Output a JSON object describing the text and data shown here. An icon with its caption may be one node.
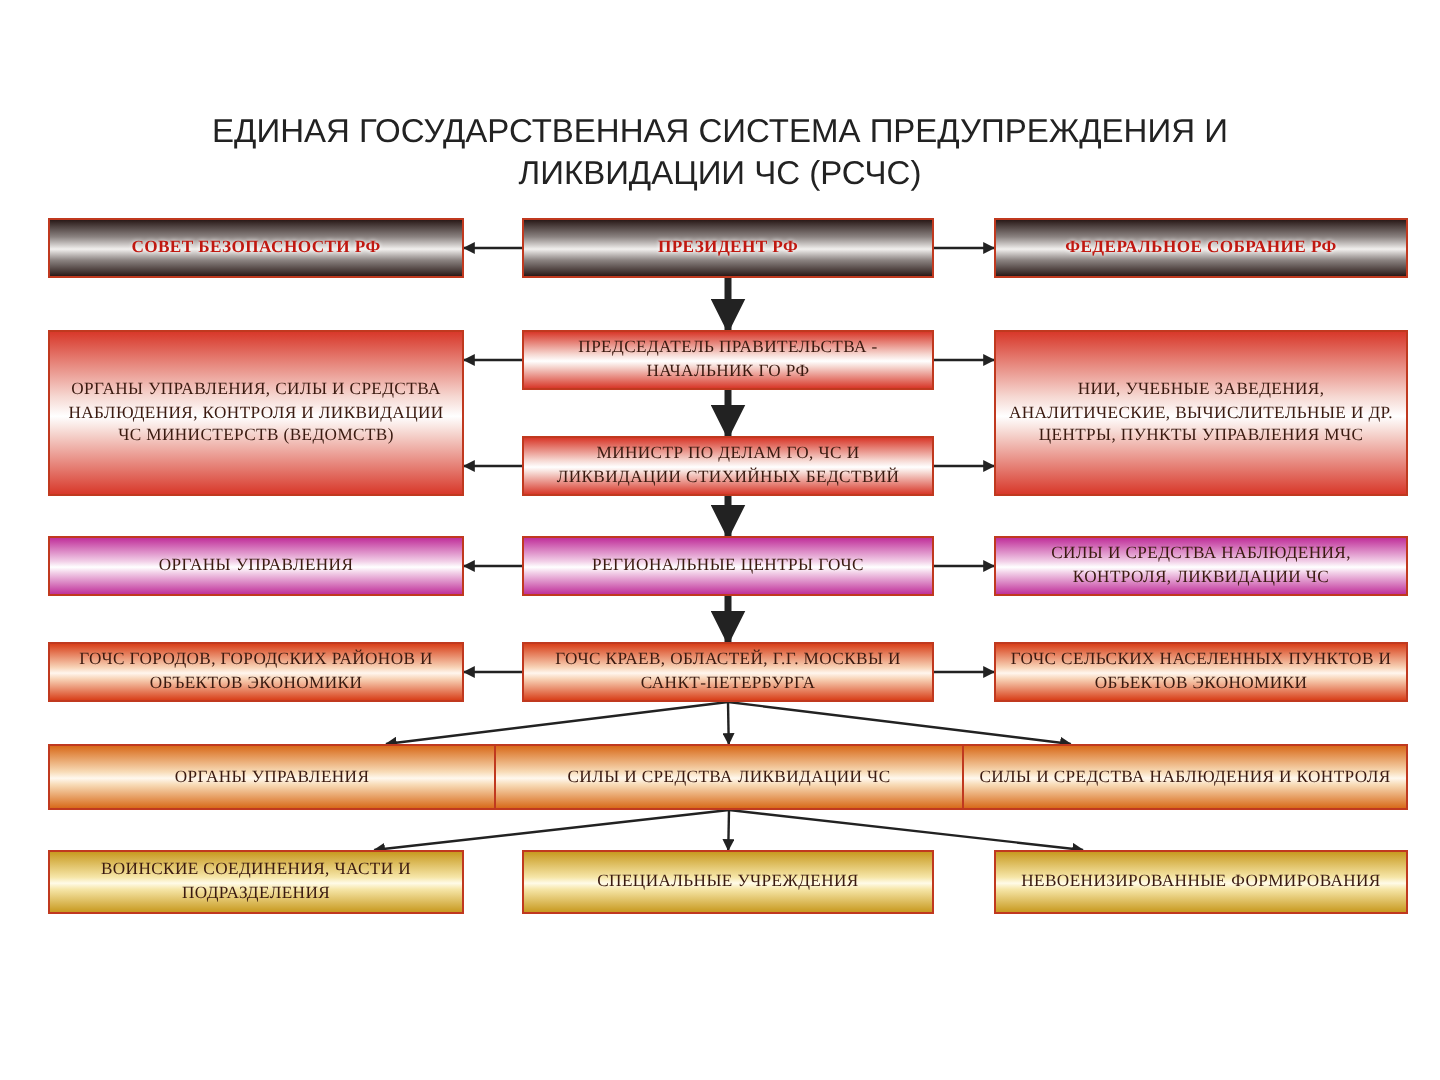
{
  "diagram": {
    "title": "ЕДИНАЯ ГОСУДАРСТВЕННАЯ СИСТЕМА ПРЕДУПРЕЖДЕНИЯ И ЛИКВИДАЦИИ ЧС (РСЧС)",
    "nodes": [
      {
        "text": [
          "СОВЕТ БЕЗОПАСНОСТИ РФ"
        ]
      },
      {
        "text": [
          "ПРЕЗИДЕНТ РФ"
        ]
      },
      {
        "text": [
          "ФЕДЕРАЛЬНОЕ СОБРАНИЕ РФ"
        ]
      },
      {
        "text": [
          "ОРГАНЫ УПРАВЛЕНИЯ, СИЛЫ И СРЕДСТВА НАБЛЮДЕНИЯ, КОНТРОЛЯ И ЛИКВИДАЦИИ ЧС МИНИСТЕРСТВ (ВЕДОМСТВ)"
        ]
      },
      {
        "text": [
          "ПРЕДСЕДАТЕЛЬ ПРАВИТЕЛЬСТВА - НАЧАЛЬНИК ГО РФ"
        ]
      },
      {
        "text": [
          "НИИ, УЧЕБНЫЕ ЗАВЕДЕНИЯ, АНАЛИТИЧЕСКИЕ, ВЫЧИСЛИТЕЛЬНЫЕ И ДР. ЦЕНТРЫ, ПУНКТЫ УПРАВЛЕНИЯ МЧС"
        ]
      },
      {
        "text": [
          "МИНИСТР ПО ДЕЛАМ ГО, ЧС И ЛИКВИДАЦИИ СТИХИЙНЫХ БЕДСТВИЙ"
        ]
      },
      {
        "text": [
          "ОРГАНЫ УПРАВЛЕНИЯ"
        ]
      },
      {
        "text": [
          "РЕГИОНАЛЬНЫЕ ЦЕНТРЫ ГОЧС"
        ]
      },
      {
        "text": [
          "СИЛЫ И СРЕДСТВА НАБЛЮДЕНИЯ, КОНТРОЛЯ, ЛИКВИДАЦИИ ЧС"
        ]
      },
      {
        "text": [
          "ГОЧС ГОРОДОВ, ГОРОДСКИХ РАЙОНОВ И ОБЪЕКТОВ ЭКОНОМИКИ"
        ]
      },
      {
        "text": [
          "ГОЧС КРАЕВ, ОБЛАСТЕЙ, Г.Г. МОСКВЫ И САНКТ-ПЕТЕРБУРГА"
        ]
      },
      {
        "text": [
          "ГОЧС СЕЛЬСКИХ НАСЕЛЕННЫХ ПУНКТОВ И ОБЪЕКТОВ ЭКОНОМИКИ"
        ]
      },
      {
        "text": [
          "ОРГАНЫ УПРАВЛЕНИЯ"
        ]
      },
      {
        "text": [
          "СИЛЫ И СРЕДСТВА ЛИКВИДАЦИИ ЧС"
        ]
      },
      {
        "text": [
          "СИЛЫ И СРЕДСТВА НАБЛЮДЕНИЯ И КОНТРОЛЯ"
        ]
      },
      {
        "text": [
          "ВОИНСКИЕ СОЕДИНЕНИЯ, ЧАСТИ И ПОДРАЗДЕЛЕНИЯ"
        ]
      },
      {
        "text": [
          "СПЕЦИАЛЬНЫЕ УЧРЕЖДЕНИЯ"
        ]
      },
      {
        "text": [
          "НЕВОЕНИЗИРОВАННЫЕ ФОРМИРОВАНИЯ"
        ]
      }
    ],
    "edges": [
      {
        "from": 1,
        "to": 0,
        "arrow": "to"
      },
      {
        "from": 1,
        "to": 2,
        "arrow": "to"
      },
      {
        "from": 1,
        "to": 4,
        "arrow": "to",
        "style": "thick"
      },
      {
        "from": 4,
        "to": 3,
        "arrow": "to"
      },
      {
        "from": 4,
        "to": 5,
        "arrow": "to"
      },
      {
        "from": 4,
        "to": 6,
        "arrow": "to",
        "style": "thick"
      },
      {
        "from": 6,
        "to": 3,
        "arrow": "to"
      },
      {
        "from": 6,
        "to": 5,
        "arrow": "to"
      },
      {
        "from": 6,
        "to": 8,
        "arrow": "to",
        "style": "thick"
      },
      {
        "from": 8,
        "to": 7,
        "arrow": "to"
      },
      {
        "from": 8,
        "to": 9,
        "arrow": "to"
      },
      {
        "from": 8,
        "to": 11,
        "arrow": "to",
        "style": "thick"
      },
      {
        "from": 11,
        "to": 10,
        "arrow": "to"
      },
      {
        "from": 11,
        "to": 12,
        "arrow": "to"
      },
      {
        "from": 11,
        "to": 13,
        "arrow": "to"
      },
      {
        "from": 11,
        "to": 14,
        "arrow": "to"
      },
      {
        "from": 11,
        "to": 15,
        "arrow": "to"
      },
      {
        "from": 14,
        "to": 16,
        "arrow": "to"
      },
      {
        "from": 14,
        "to": 17,
        "arrow": "to"
      },
      {
        "from": 14,
        "to": 18,
        "arrow": "to"
      }
    ]
  }
}
